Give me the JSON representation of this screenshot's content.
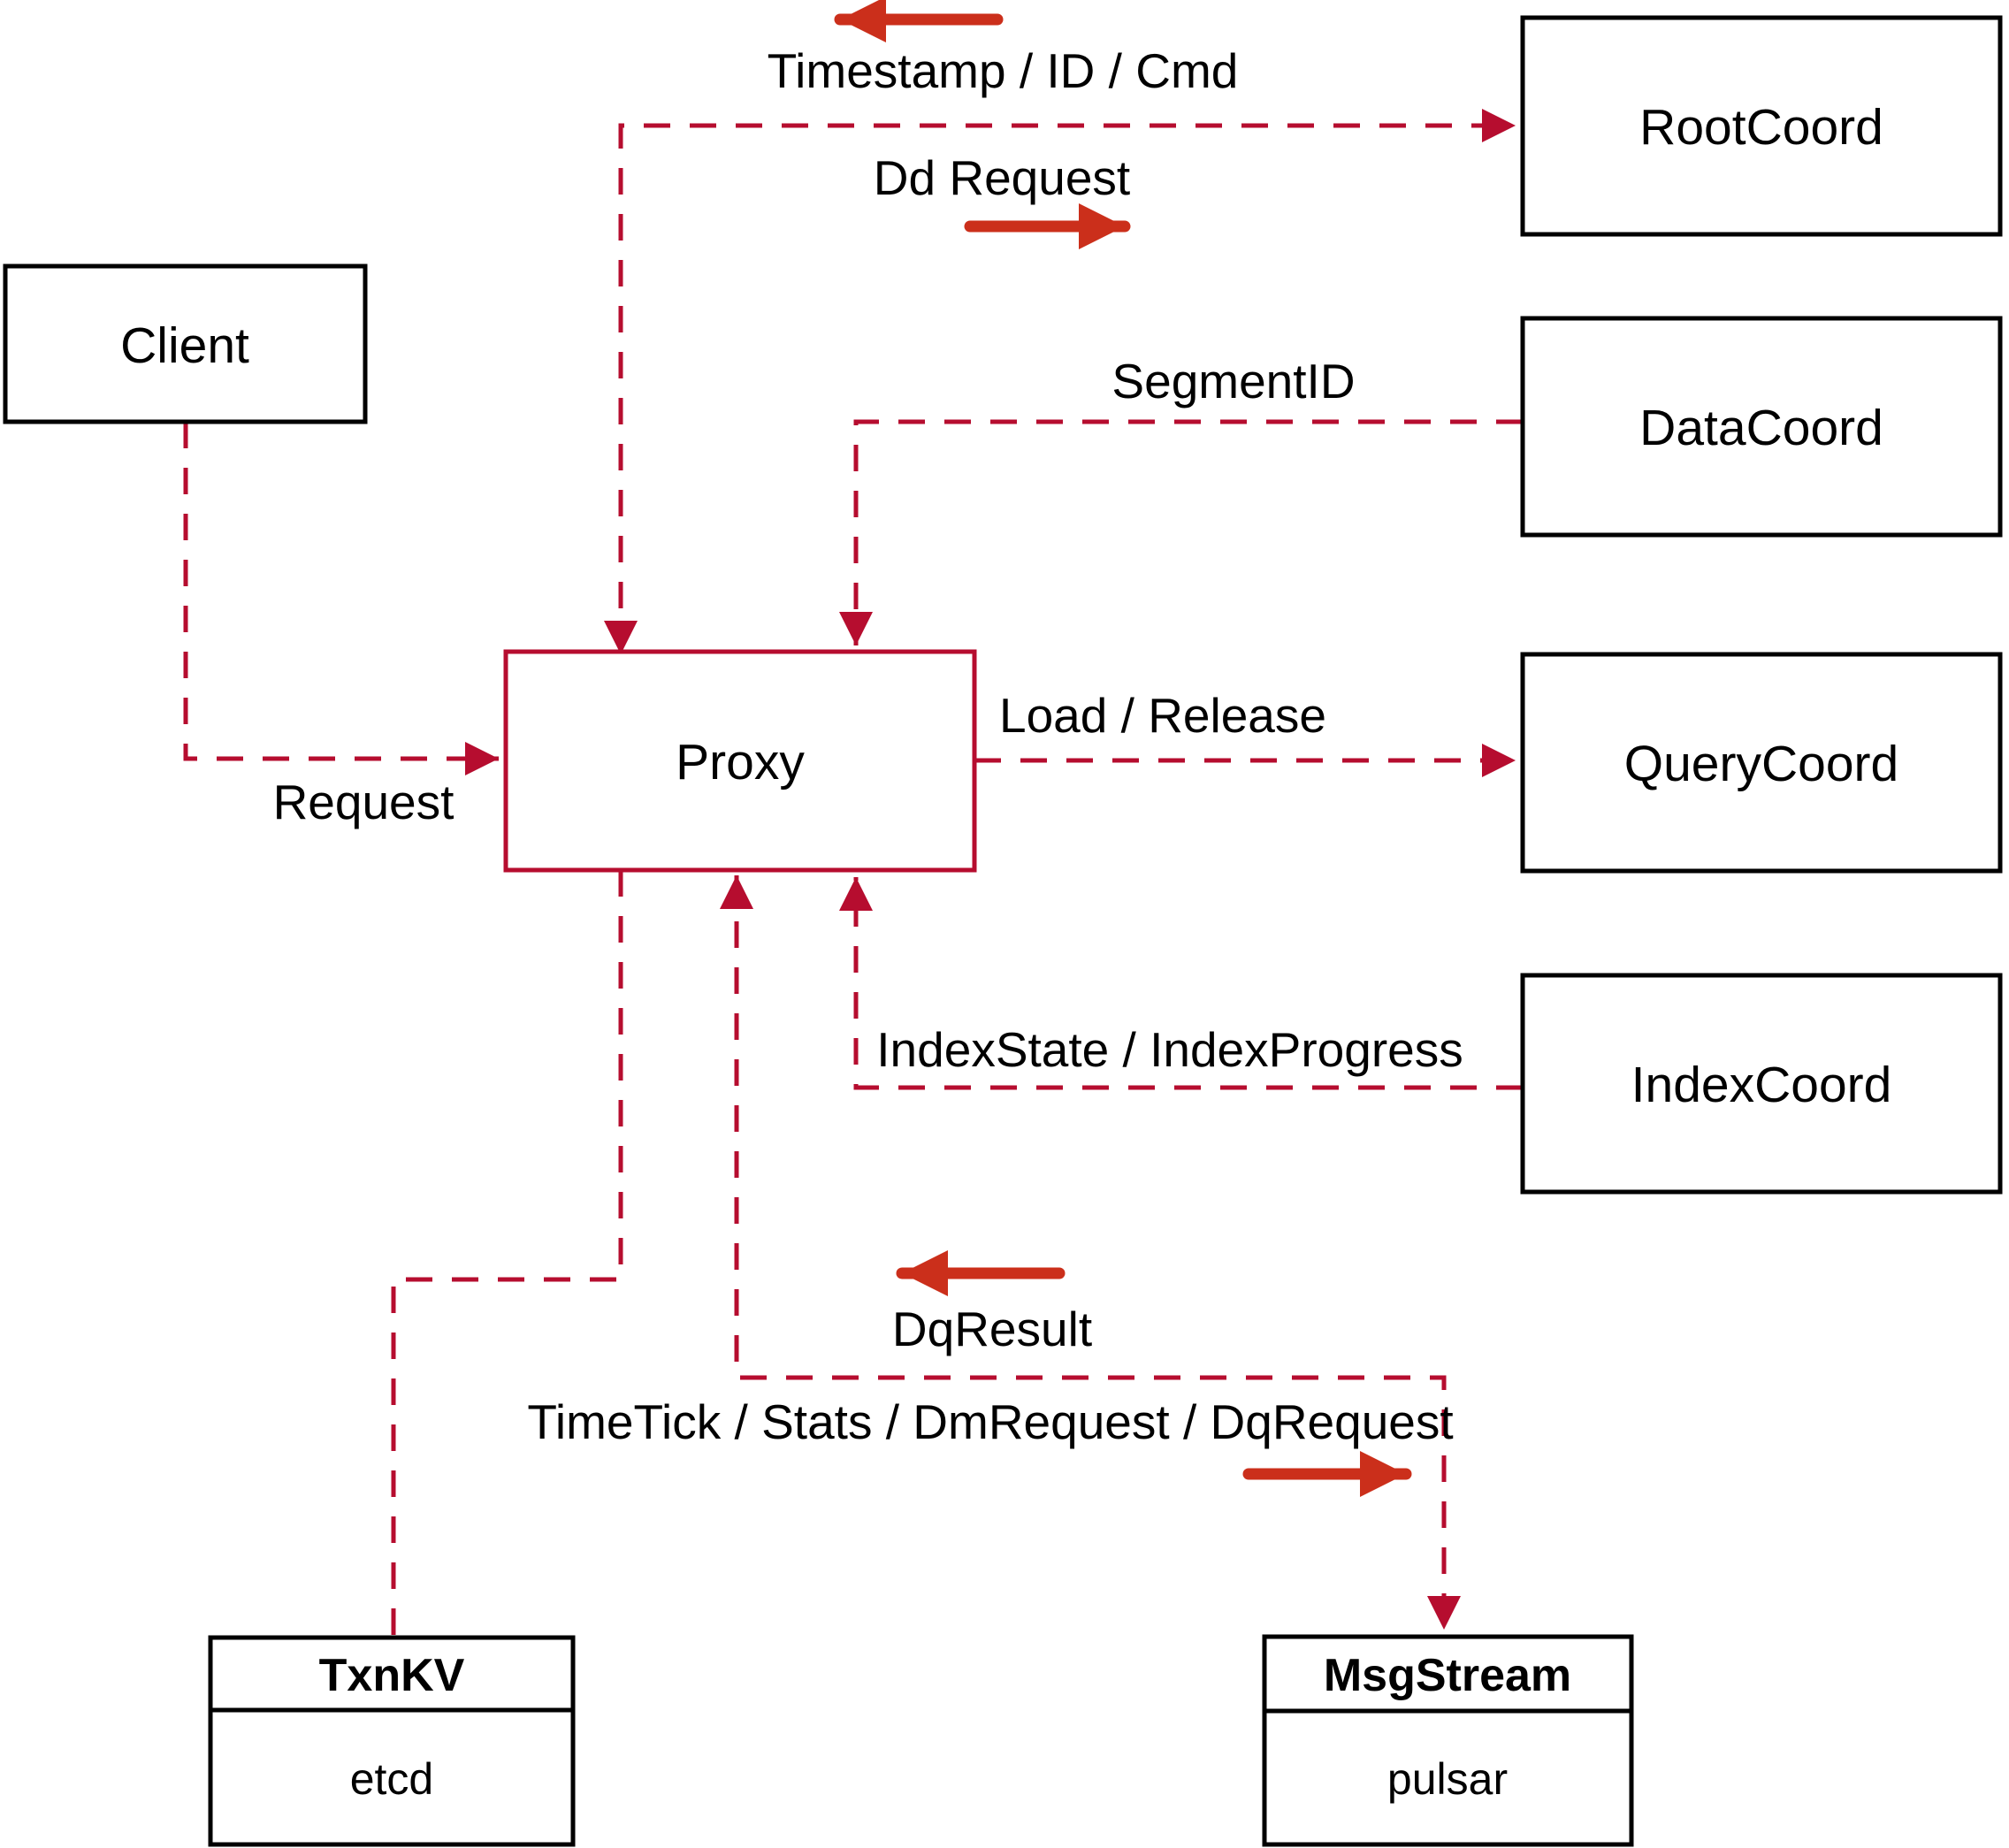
{
  "diagram": {
    "colors": {
      "dashed_line": "#b60d2f",
      "solid_arrow": "#cb2f1b",
      "box_border": "#000000",
      "proxy_accent": "#b60d2f",
      "background": "#ffffff",
      "text": "#000000"
    },
    "nodes": {
      "client": {
        "label": "Client"
      },
      "proxy": {
        "label": "Proxy"
      },
      "rootcoord": {
        "label": "RootCoord"
      },
      "datacoord": {
        "label": "DataCoord"
      },
      "querycoord": {
        "label": "QueryCoord"
      },
      "indexcoord": {
        "label": "IndexCoord"
      },
      "txnkv": {
        "title": "TxnKV",
        "subtitle": "etcd"
      },
      "msgstream": {
        "title": "MsgStream",
        "subtitle": "pulsar"
      }
    },
    "edge_labels": {
      "timestamp": "Timestamp / ID / Cmd",
      "dd_request": "Dd Request",
      "segment_id": "SegmentID",
      "load_release": "Load / Release",
      "index_state": "IndexState / IndexProgress",
      "request": "Request",
      "dq_result": "DqResult",
      "timetick": "TimeTick / Stats / DmRequest / DqRequest"
    }
  }
}
